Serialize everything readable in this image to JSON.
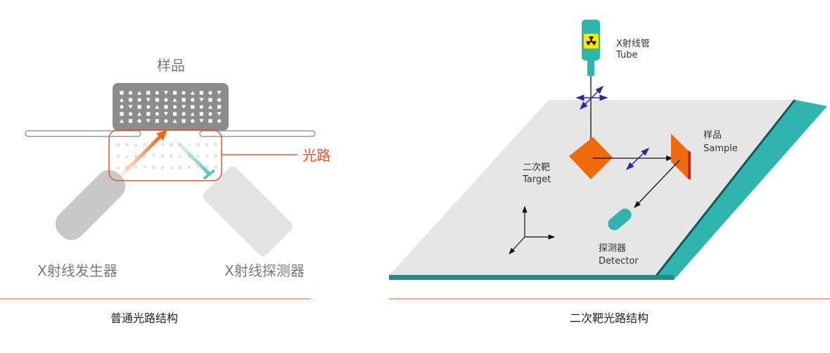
{
  "left_panel": {
    "sample_label": "样品",
    "light_path_label": "光路",
    "generator_label": "X射线发生器",
    "detector_label": "X射线探测器",
    "caption": "普通光路结构"
  },
  "right_panel": {
    "tube_label_cn": "X射线管",
    "tube_label_en": "Tube",
    "sample_label_cn": "样品",
    "sample_label_en": "Sample",
    "target_label_cn": "二次靶",
    "target_label_en": "Target",
    "detector_label_cn": "探测器",
    "detector_label_en": "Detector",
    "caption": "二次靶光路结构"
  },
  "colors": {
    "accent_red": "#e0553a",
    "orange": "#ef6a14",
    "teal": "#2fb5ad",
    "plate": "#e6e6e6",
    "polarizer_arrows": "#2a2a9a"
  }
}
